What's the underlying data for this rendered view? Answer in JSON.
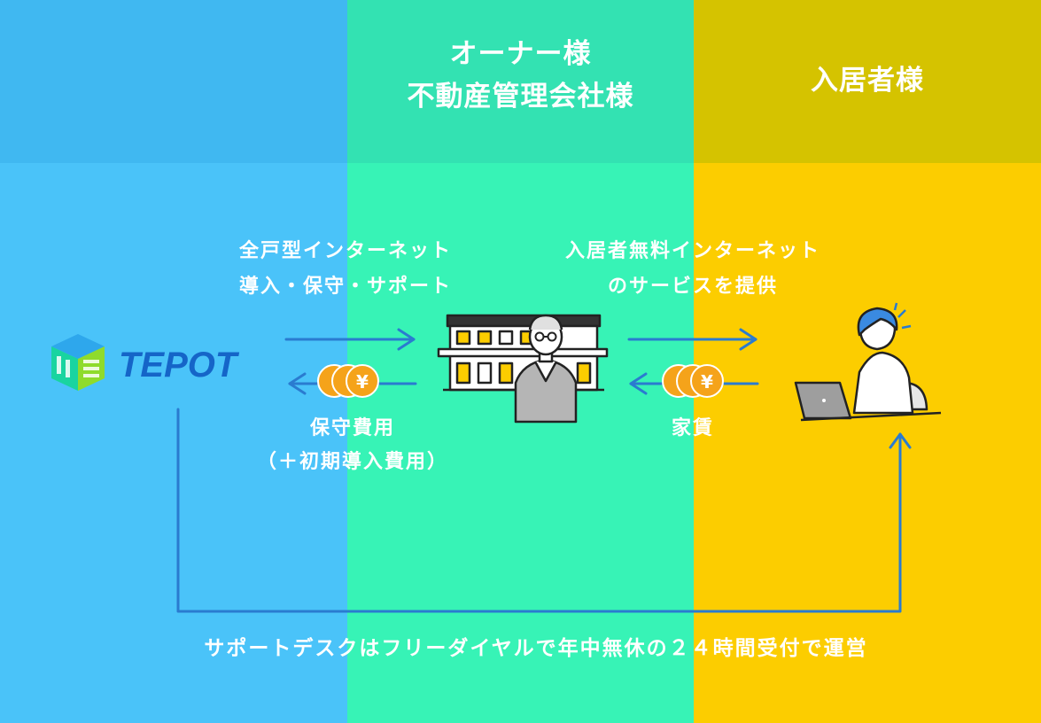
{
  "headers": {
    "owner_line1": "オーナー様",
    "owner_line2": "不動産管理会社様",
    "tenant": "入居者様"
  },
  "logo": {
    "text": "TEPOT"
  },
  "labels": {
    "service_line1": "全戸型インターネット",
    "service_line2": "導入・保守・サポート",
    "free_line1": "入居者無料インターネット",
    "free_line2": "のサービスを提供",
    "fee_line1": "保守費用",
    "fee_line2": "（＋初期導入費用）",
    "rent": "家賃"
  },
  "coin_symbol": "¥",
  "footer": "サポートデスクはフリーダイヤルで年中無休の２４時間受付で運営",
  "colors": {
    "left_column": "#4ac3f9",
    "middle_column": "#37f3b6",
    "right_column": "#fccd00",
    "arrow": "#2a7bd0",
    "coin": "#f5a31a"
  }
}
